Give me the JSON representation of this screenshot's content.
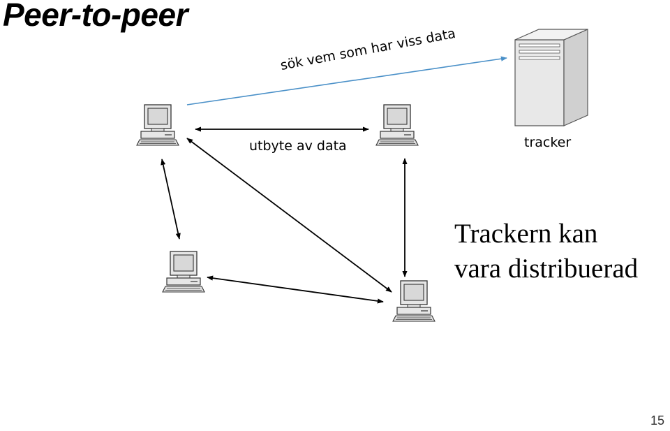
{
  "slide": {
    "title": "Peer-to-peer",
    "page_number": "15"
  },
  "labels": {
    "search": "sök vem som har viss data",
    "exchange": "utbyte av data",
    "tracker": "tracker"
  },
  "note": {
    "line1": "Trackern kan",
    "line2": "vara distribuerad"
  },
  "colors": {
    "search_arrow": "#4a90c8",
    "peer_arrows": "#000000",
    "server_body": "#e8e8e8"
  },
  "icons": {
    "peer": "computer-icon",
    "tracker": "server-icon"
  }
}
